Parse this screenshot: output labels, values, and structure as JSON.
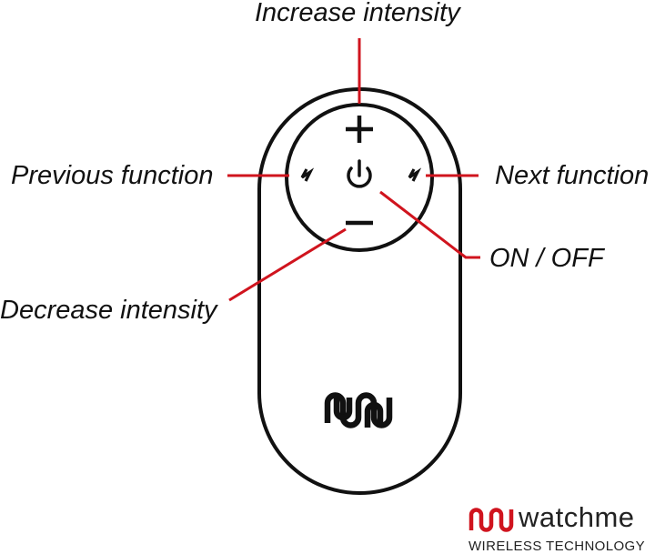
{
  "labels": {
    "increase": "Increase intensity",
    "previous": "Previous function",
    "next": "Next function",
    "onoff": "ON / OFF",
    "decrease": "Decrease intensity"
  },
  "buttons": {
    "plus_symbol": "+",
    "minus_symbol": "−"
  },
  "brand": {
    "name": "watchme",
    "tagline": "WIRELESS TECHNOLOGY"
  },
  "colors": {
    "accent": "#d0141e",
    "outline": "#111111",
    "background": "#ffffff"
  },
  "icons": {
    "power": "power-icon",
    "previous": "lightning-icon",
    "next": "lightning-icon",
    "device_logo": "watchme-wave-logo",
    "brand_logo": "watchme-wave-logo-red"
  }
}
